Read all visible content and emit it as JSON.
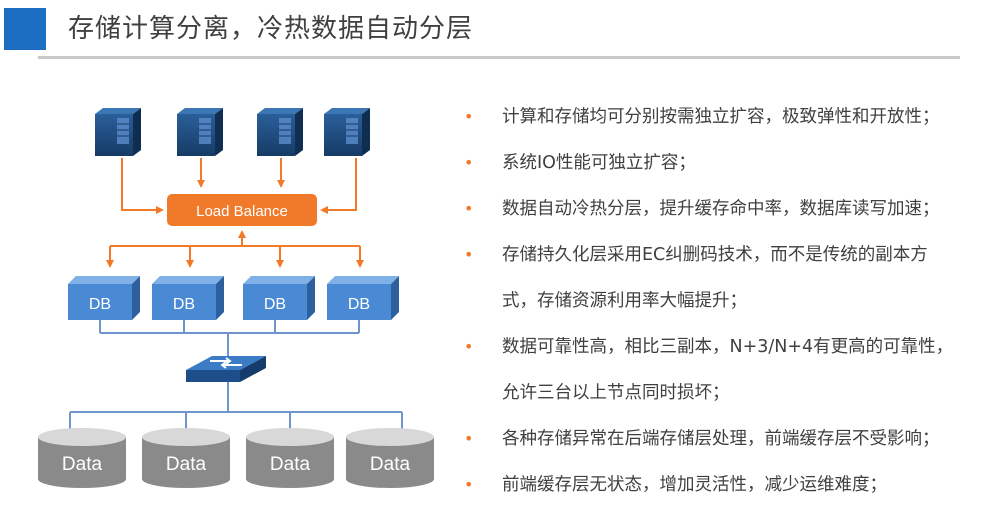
{
  "title": "存储计算分离，冷热数据自动分层",
  "diagram": {
    "load_balancer_label": "Load Balance",
    "db_labels": [
      "DB",
      "DB",
      "DB",
      "DB"
    ],
    "data_labels": [
      "Data",
      "Data",
      "Data",
      "Data"
    ],
    "colors": {
      "accent_orange": "#f07a2a",
      "title_blue": "#1b6ec2",
      "db_blue": "#4a8ad4",
      "disk_grey": "#8a8a8a",
      "line_blue": "#6f95cc"
    }
  },
  "bullets": [
    {
      "lines": [
        "计算和存储均可分别按需独立扩容，极致弹性和开放性；"
      ]
    },
    {
      "lines": [
        "系统IO性能可独立扩容；"
      ]
    },
    {
      "lines": [
        "数据自动冷热分层，提升缓存命中率，数据库读写加速；"
      ]
    },
    {
      "lines": [
        "存储持久化层采用EC纠删码技术，而不是传统的副本方",
        "式，存储资源利用率大幅提升；"
      ]
    },
    {
      "lines": [
        "数据可靠性高，相比三副本，N+3/N+4有更高的可靠性，",
        "允许三台以上节点同时损坏；"
      ]
    },
    {
      "lines": [
        "各种存储异常在后端存储层处理，前端缓存层不受影响；"
      ]
    },
    {
      "lines": [
        "前端缓存层无状态，增加灵活性，减少运维难度；"
      ]
    }
  ]
}
